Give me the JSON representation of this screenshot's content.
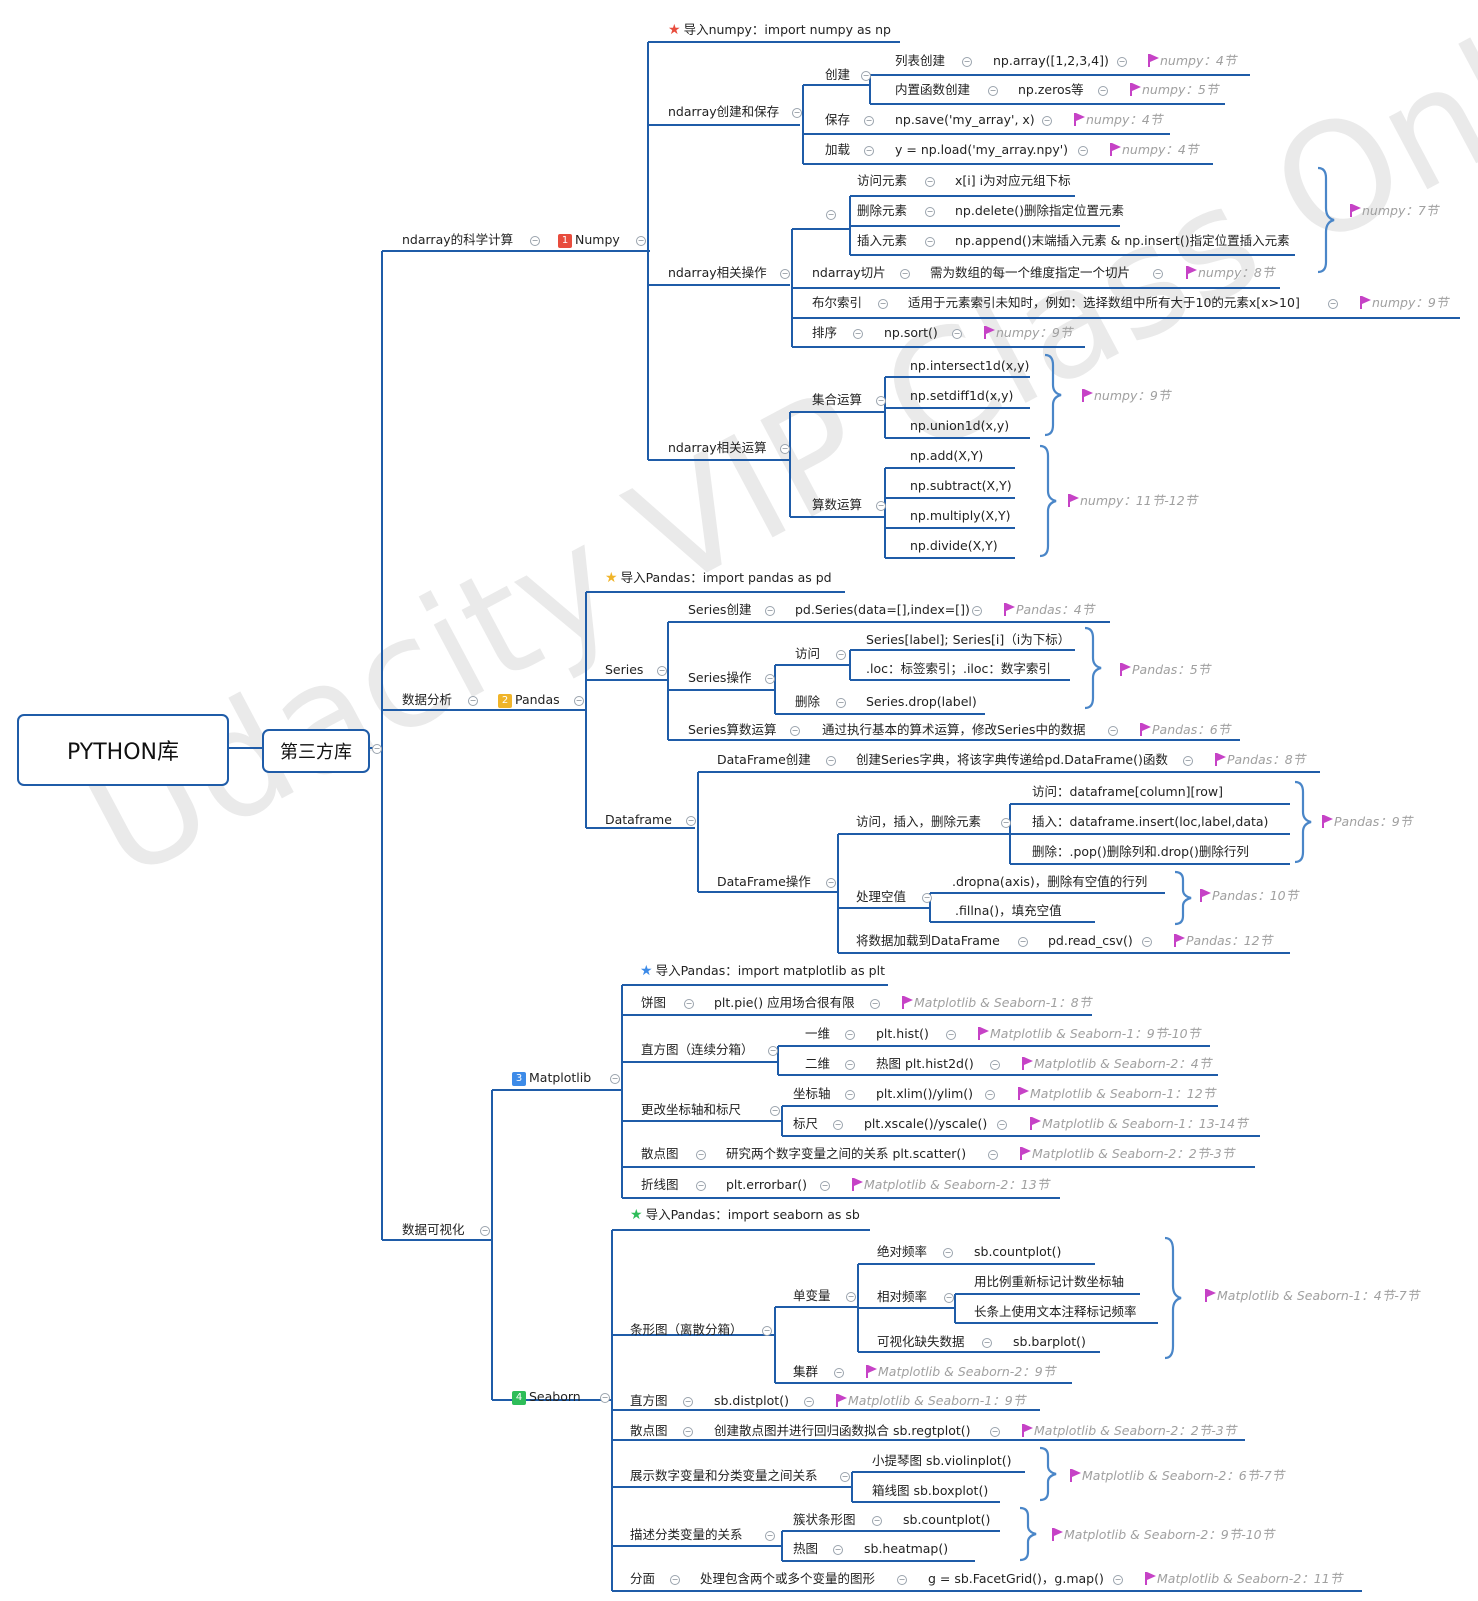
{
  "watermark": "Udacity VIP Class Only",
  "colors": {
    "line": "#1f5ca8",
    "flag": "#c642c6",
    "note": "#a0a0a0",
    "collapse": "#9aa3ad"
  },
  "root": "PYTHON库",
  "second": "第三方库",
  "sections": {
    "ndarray": "ndarray的科学计算",
    "analysis": "数据分析",
    "viz": "数据可视化"
  },
  "numpy": {
    "badge": "1",
    "label": "Numpy",
    "badge_color": "#e84c3d",
    "import": "导入numpy：import numpy as np",
    "create_save": "ndarray创建和保存",
    "create": "创建",
    "list_create": "列表创建",
    "list_create_code": "np.array([1,2,3,4])",
    "list_note": "numpy：4节",
    "builtin_create": "内置函数创建",
    "builtin_code": "np.zeros等",
    "builtin_note": "numpy：5节",
    "save": "保存",
    "save_code": "np.save('my_array', x)",
    "save_note": "numpy：4节",
    "load": "加载",
    "load_code": "y = np.load('my_array.npy')",
    "load_note": "numpy：4节",
    "ops": "ndarray相关操作",
    "access": "访问元素",
    "access_code": "x[i] i为对应元组下标",
    "delete": "删除元素",
    "delete_code": "np.delete()删除指定位置元素",
    "insert": "插入元素",
    "insert_code": "np.append()末端插入元素 & np.insert()指定位置插入元素",
    "elem_note": "numpy：7节",
    "slice": "ndarray切片",
    "slice_desc": "需为数组的每一个维度指定一个切片",
    "slice_note": "numpy：8节",
    "bool": "布尔索引",
    "bool_desc": "适用于元素索引未知时，例如：选择数组中所有大于10的元素x[x>10]",
    "bool_note": "numpy：9节",
    "sort": "排序",
    "sort_code": "np.sort()",
    "sort_note": "numpy：9节",
    "calc": "ndarray相关运算",
    "set_ops": "集合运算",
    "set1": "np.intersect1d(x,y)",
    "set2": "np.setdiff1d(x,y)",
    "set3": "np.union1d(x,y)",
    "set_note": "numpy：9节",
    "arith": "算数运算",
    "ar1": "np.add(X,Y)",
    "ar2": "np.subtract(X,Y)",
    "ar3": "np.multiply(X,Y)",
    "ar4": "np.divide(X,Y)",
    "arith_note": "numpy：11节-12节"
  },
  "pandas": {
    "badge": "2",
    "label": "Pandas",
    "badge_color": "#f0b429",
    "import": "导入Pandas：import pandas as pd",
    "series": "Series",
    "s_create": "Series创建",
    "s_create_code": "pd.Series(data=[],index=[])",
    "s_create_note": "Pandas：4节",
    "s_ops": "Series操作",
    "s_access": "访问",
    "s_access1": "Series[label]; Series[i]（i为下标）",
    "s_access2": ".loc：标签索引；.iloc：数字索引",
    "s_del": "删除",
    "s_del_code": "Series.drop(label)",
    "s_ops_note": "Pandas：5节",
    "s_arith": "Series算数运算",
    "s_arith_desc": "通过执行基本的算术运算，修改Series中的数据",
    "s_arith_note": "Pandas：6节",
    "df": "Dataframe",
    "df_create": "DataFrame创建",
    "df_create_desc": "创建Series字典，将该字典传递给pd.DataFrame()函数",
    "df_create_note": "Pandas：8节",
    "df_ops": "DataFrame操作",
    "df_aid": "访问，插入，删除元素",
    "df_a1": "访问：dataframe[column][row]",
    "df_a2": "插入：dataframe.insert(loc,label,data)",
    "df_a3": "删除：.pop()删除列和.drop()删除行列",
    "df_aid_note": "Pandas：9节",
    "df_null": "处理空值",
    "df_null1": ".dropna(axis)，删除有空值的行列",
    "df_null2": ".fillna()，填充空值",
    "df_null_note": "Pandas：10节",
    "df_load": "将数据加载到DataFrame",
    "df_load_code": "pd.read_csv()",
    "df_load_note": "Pandas：12节"
  },
  "matplotlib": {
    "badge": "3",
    "label": "Matplotlib",
    "badge_color": "#3d8be8",
    "import": "导入Pandas：import matplotlib as plt",
    "pie": "饼图",
    "pie_desc": "plt.pie() 应用场合很有限",
    "pie_note": "Matplotlib & Seaborn-1：8节",
    "hist": "直方图（连续分箱）",
    "h1": "一维",
    "h1_code": "plt.hist()",
    "h1_note": "Matplotlib & Seaborn-1：9节-10节",
    "h2": "二维",
    "h2_code": "热图 plt.hist2d()",
    "h2_note": "Matplotlib & Seaborn-2：4节",
    "axis": "更改坐标轴和标尺",
    "ax1": "坐标轴",
    "ax1_code": "plt.xlim()/ylim()",
    "ax1_note": "Matplotlib & Seaborn-1：12节",
    "ax2": "标尺",
    "ax2_code": "plt.xscale()/yscale()",
    "ax2_note": "Matplotlib & Seaborn-1：13-14节",
    "scatter": "散点图",
    "scatter_desc": "研究两个数字变量之间的关系 plt.scatter()",
    "scatter_note": "Matplotlib & Seaborn-2：2节-3节",
    "line": "折线图",
    "line_code": "plt.errorbar()",
    "line_note": "Matplotlib & Seaborn-2：13节"
  },
  "seaborn": {
    "badge": "4",
    "label": "Seaborn",
    "badge_color": "#2ebd59",
    "import": "导入Pandas：import seaborn as sb",
    "bar": "条形图（离散分箱）",
    "uni": "单变量",
    "abs": "绝对频率",
    "abs_code": "sb.countplot()",
    "rel": "相对频率",
    "rel1": "用比例重新标记计数坐标轴",
    "rel2": "长条上使用文本注释标记频率",
    "miss": "可视化缺失数据",
    "miss_code": "sb.barplot()",
    "uni_note": "Matplotlib & Seaborn-1：4节-7节",
    "cluster": "集群",
    "cluster_note": "Matplotlib & Seaborn-2：9节",
    "hist": "直方图",
    "hist_code": "sb.distplot()",
    "hist_note": "Matplotlib & Seaborn-1：9节",
    "scatter": "散点图",
    "scatter_desc": "创建散点图并进行回归函数拟合 sb.regtplot()",
    "scatter_note": "Matplotlib & Seaborn-2：2节-3节",
    "numcat": "展示数字变量和分类变量之间关系",
    "violin": "小提琴图 sb.violinplot()",
    "box": "箱线图 sb.boxplot()",
    "numcat_note": "Matplotlib & Seaborn-2：6节-7节",
    "catrel": "描述分类变量的关系",
    "cluster_bar": "簇状条形图",
    "cluster_bar_code": "sb.countplot()",
    "heat": "热图",
    "heat_code": "sb.heatmap()",
    "catrel_note": "Matplotlib & Seaborn-2：9节-10节",
    "facet": "分面",
    "facet_desc": "处理包含两个或多个变量的图形",
    "facet_code": "g = sb.FacetGrid()，g.map()",
    "facet_note": "Matplotlib & Seaborn-2：11节"
  }
}
